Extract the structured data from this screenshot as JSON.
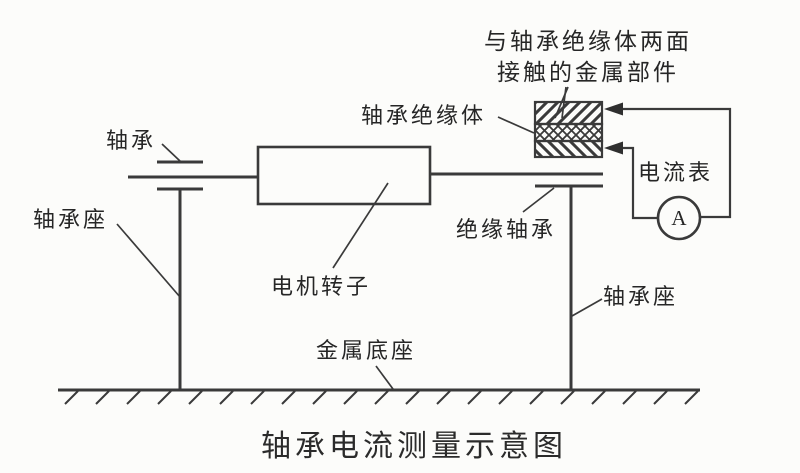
{
  "title": "轴承电流测量示意图",
  "labels": {
    "bearing": "轴承",
    "bearing_seat_left": "轴承座",
    "metal_parts_line1": "与轴承绝缘体两面",
    "metal_parts_line2": "接触的金属部件",
    "bearing_insulator": "轴承绝缘体",
    "ammeter": "电流表",
    "ammeter_symbol": "A",
    "insulated_bearing": "绝缘轴承",
    "motor_rotor": "电机转子",
    "bearing_seat_right": "轴承座",
    "metal_base": "金属底座"
  },
  "colors": {
    "line": "#3a3a3a",
    "text": "#262626",
    "paper": "#fcfcfa"
  }
}
